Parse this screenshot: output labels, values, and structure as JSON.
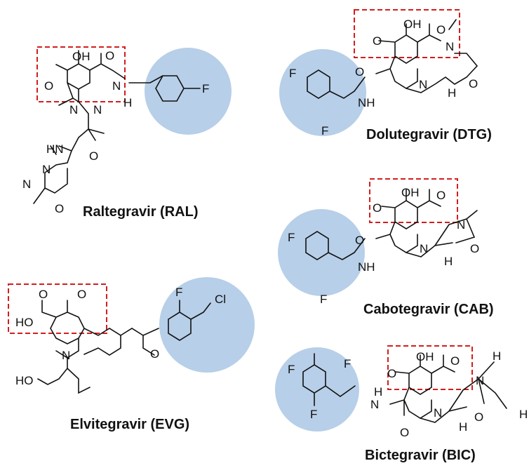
{
  "colors": {
    "highlight_circle": "#aac7e4",
    "pharmacophore_box": "#d11e1e",
    "bonds": "#111111"
  },
  "compounds": [
    {
      "name": "Raltegravir (RAL)",
      "atoms": [
        "OH",
        "O",
        "O",
        "N",
        "H",
        "N",
        "N",
        "HN",
        "O",
        "N",
        "N",
        "O",
        "F"
      ]
    },
    {
      "name": "Elvitegravir (EVG)",
      "atoms": [
        "O",
        "O",
        "HO",
        "N",
        "F",
        "Cl",
        "O",
        "HO"
      ]
    },
    {
      "name": "Dolutegravir (DTG)",
      "atoms": [
        "OH",
        "O",
        "O",
        "O",
        "N",
        "N",
        "H",
        "O",
        "NH",
        "F",
        "F"
      ]
    },
    {
      "name": "Cabotegravir (CAB)",
      "atoms": [
        "OH",
        "O",
        "O",
        "O",
        "N",
        "N",
        "H",
        "O",
        "NH",
        "F",
        "F"
      ]
    },
    {
      "name": "Bictegravir (BIC)",
      "atoms": [
        "OH",
        "O",
        "O",
        "O",
        "H",
        "N",
        "N",
        "N",
        "H",
        "O",
        "H",
        "H",
        "F",
        "F",
        "F"
      ]
    }
  ]
}
